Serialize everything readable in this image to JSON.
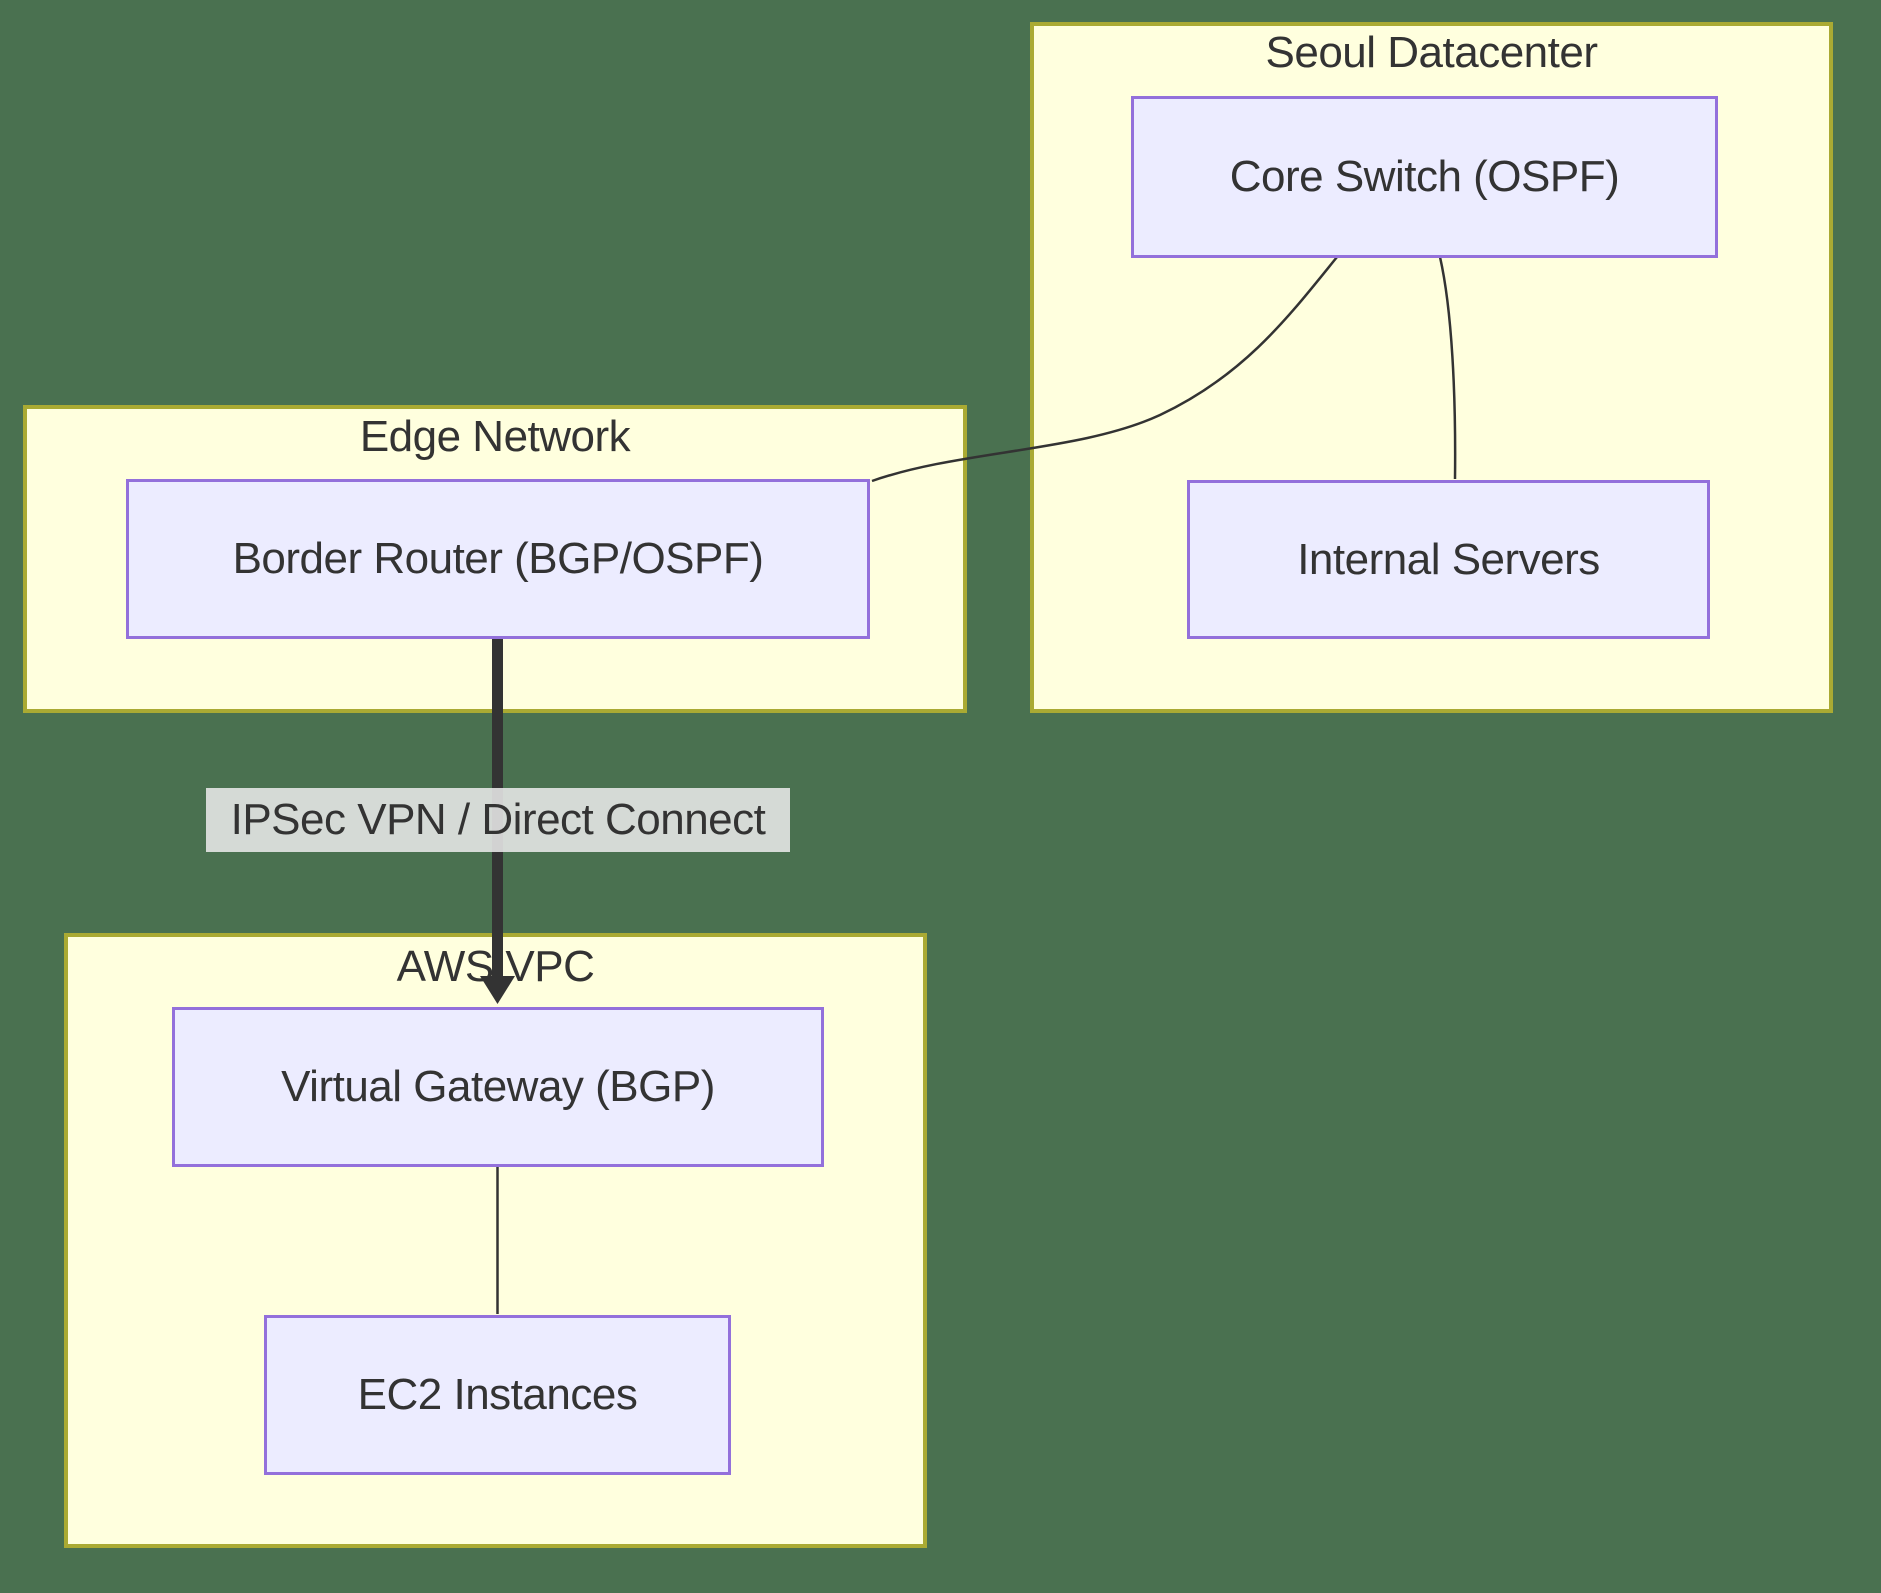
{
  "diagram": {
    "clusters": [
      {
        "id": "seoul",
        "label": "Seoul Datacenter"
      },
      {
        "id": "edge",
        "label": "Edge Network"
      },
      {
        "id": "aws",
        "label": "AWS VPC"
      }
    ],
    "nodes": [
      {
        "id": "core-switch",
        "label": "Core Switch (OSPF)",
        "cluster": "seoul"
      },
      {
        "id": "internal-servers",
        "label": "Internal Servers",
        "cluster": "seoul"
      },
      {
        "id": "border-router",
        "label": "Border Router (BGP/OSPF)",
        "cluster": "edge"
      },
      {
        "id": "virtual-gateway",
        "label": "Virtual Gateway (BGP)",
        "cluster": "aws"
      },
      {
        "id": "ec2",
        "label": "EC2 Instances",
        "cluster": "aws"
      }
    ],
    "edges": [
      {
        "from": "core-switch",
        "to": "border-router",
        "style": "line",
        "label": ""
      },
      {
        "from": "core-switch",
        "to": "internal-servers",
        "style": "line",
        "label": ""
      },
      {
        "from": "border-router",
        "to": "virtual-gateway",
        "style": "thick-arrow",
        "label": "IPSec VPN / Direct Connect"
      },
      {
        "from": "virtual-gateway",
        "to": "ec2",
        "style": "line",
        "label": ""
      }
    ],
    "colors": {
      "page_background": "#4a7150",
      "cluster_fill": "#ffffde",
      "cluster_border": "#aaaa33",
      "node_fill": "#ECECFF",
      "node_border": "#9370DB",
      "edge_stroke": "#333333",
      "text": "#333333",
      "edge_label_background": "#e8e8e8"
    }
  }
}
